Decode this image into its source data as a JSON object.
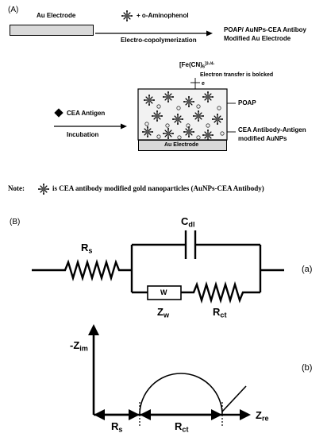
{
  "panel_a": {
    "label": "(A)",
    "au_electrode": "Au Electrode",
    "reagent": "+ o-Aminophenol",
    "process": "Electro-copolymerization",
    "product_line1": "POAP/ AuNPs-CEA Antiboy",
    "product_line2": "Modified Au Electrode",
    "probe_base": "[Fe(CN)",
    "probe_sub": "6",
    "probe_sup": "]3-/4-",
    "electron_blocked": "Electron transfer is bolcked",
    "electron_symbol": "e",
    "antigen": "CEA Antigen",
    "incubation": "Incubation",
    "poap": "POAP",
    "np_label_line1": "CEA Antibody-Antigen",
    "np_label_line2": "modified AuNPs",
    "electrode_bottom": "Au Electrode",
    "note_prefix": "Note:",
    "note_text": "is CEA antibody modified gold nanoparticles (AuNPs-CEA Antibody)"
  },
  "panel_b": {
    "label": "(B)",
    "rs_main": "R",
    "rs_sub": "s",
    "cdl_main": "C",
    "cdl_sub": "dl",
    "w_box": "W",
    "zw_main": "Z",
    "zw_sub": "w",
    "rct_main": "R",
    "rct_sub": "ct",
    "sub_a": "(a)",
    "sub_b": "(b)",
    "yaxis_main": "-Z",
    "yaxis_sub": "im",
    "xaxis_main": "Z",
    "xaxis_sub": "re",
    "plot_rs_main": "R",
    "plot_rs_sub": "s",
    "plot_rct_main": "R",
    "plot_rct_sub": "ct"
  }
}
